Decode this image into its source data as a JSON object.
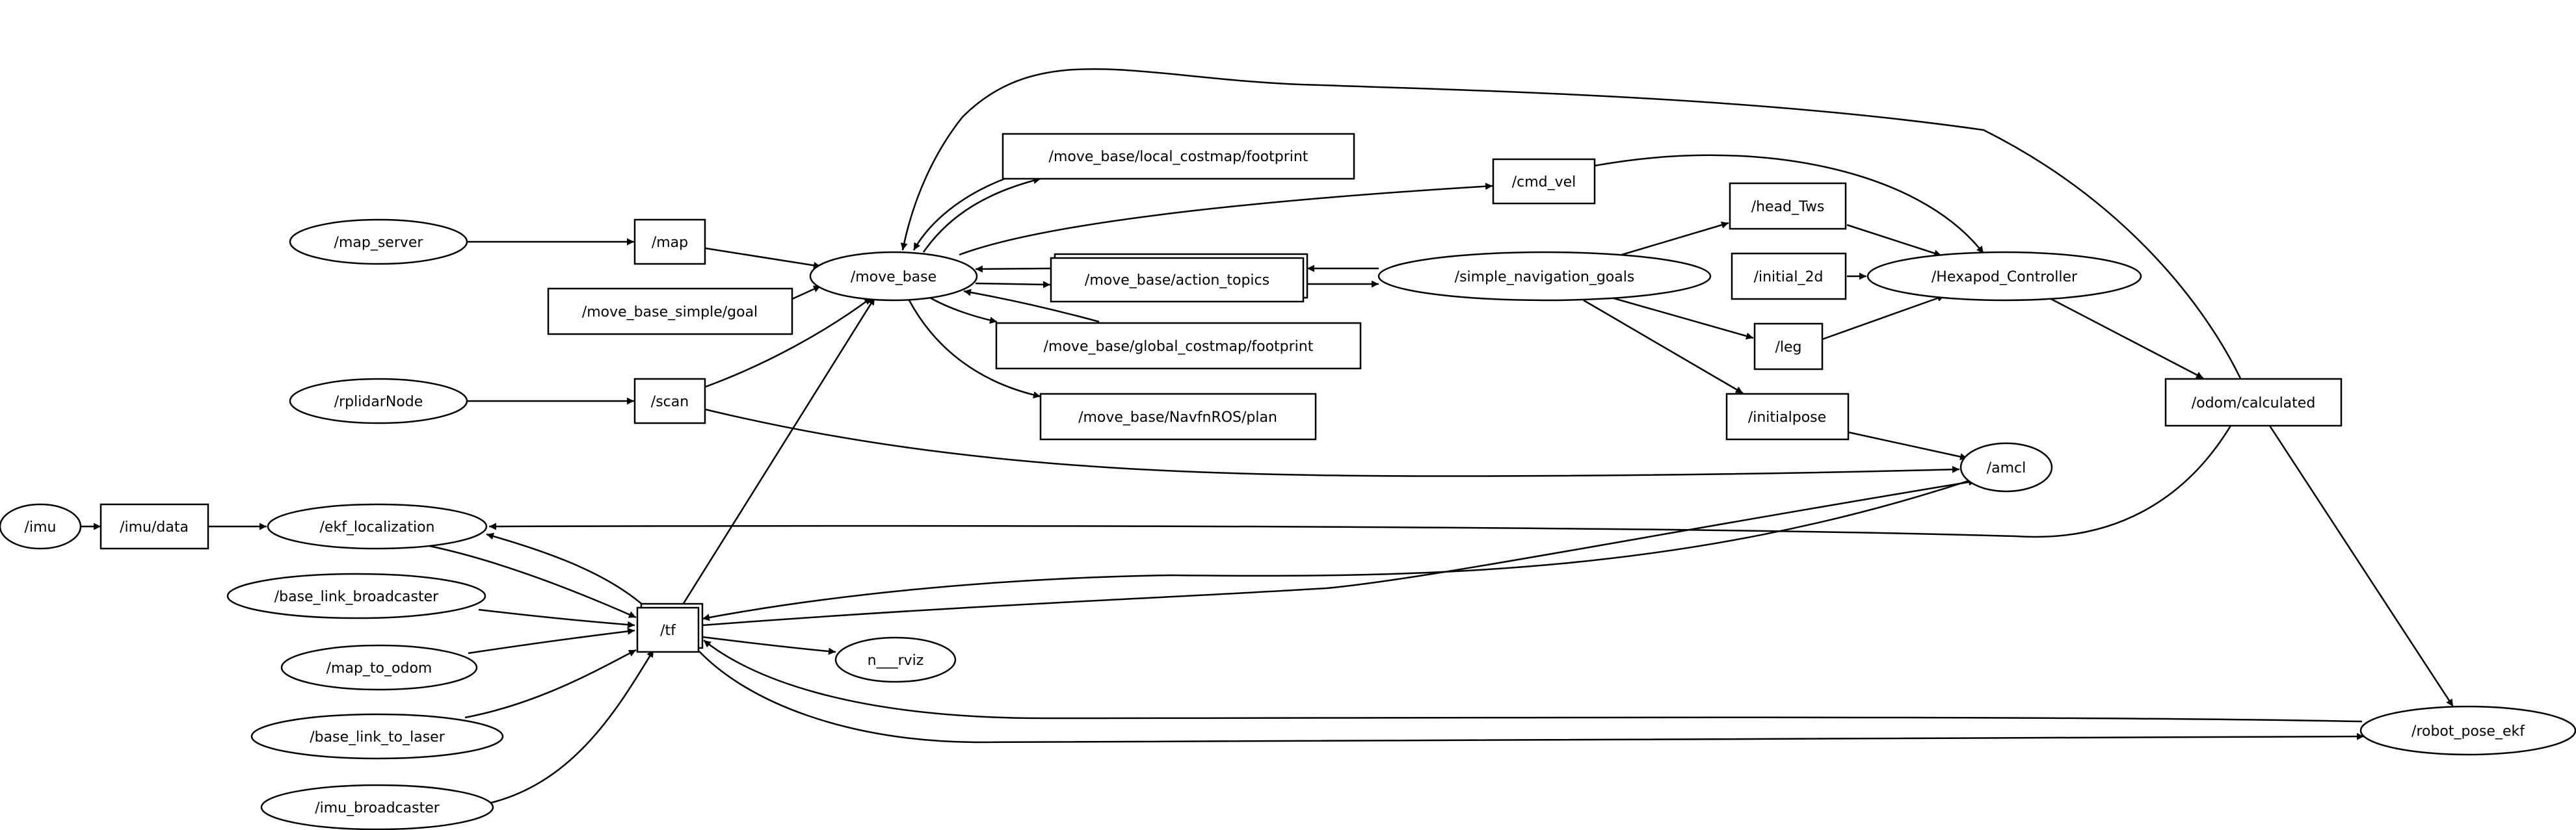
{
  "graph": {
    "nodes": {
      "n_imu": "/imu",
      "t_imu_data": "/imu/data",
      "n_ekf": "/ekf_localization",
      "n_blb": "/base_link_broadcaster",
      "n_m2o": "/map_to_odom",
      "n_bl2l": "/base_link_to_laser",
      "n_imub": "/imu_broadcaster",
      "t_tf": "/tf",
      "n_rviz": "n___rviz",
      "n_map_server": "/map_server",
      "t_map": "/map",
      "t_mbsg": "/move_base_simple/goal",
      "n_rplidar": "/rplidarNode",
      "t_scan": "/scan",
      "n_move_base": "/move_base",
      "t_lcf": "/move_base/local_costmap/footprint",
      "t_at": "/move_base/action_topics",
      "t_gcf": "/move_base/global_costmap/footprint",
      "t_plan": "/move_base/NavfnROS/plan",
      "t_cmd_vel": "/cmd_vel",
      "n_sng": "/simple_navigation_goals",
      "t_head": "/head_Tws",
      "t_init2d": "/initial_2d",
      "t_leg": "/leg",
      "t_initpose": "/initialpose",
      "n_hex": "/Hexapod_Controller",
      "t_odom": "/odom/calculated",
      "n_amcl": "/amcl",
      "n_rpe": "/robot_pose_ekf"
    }
  }
}
